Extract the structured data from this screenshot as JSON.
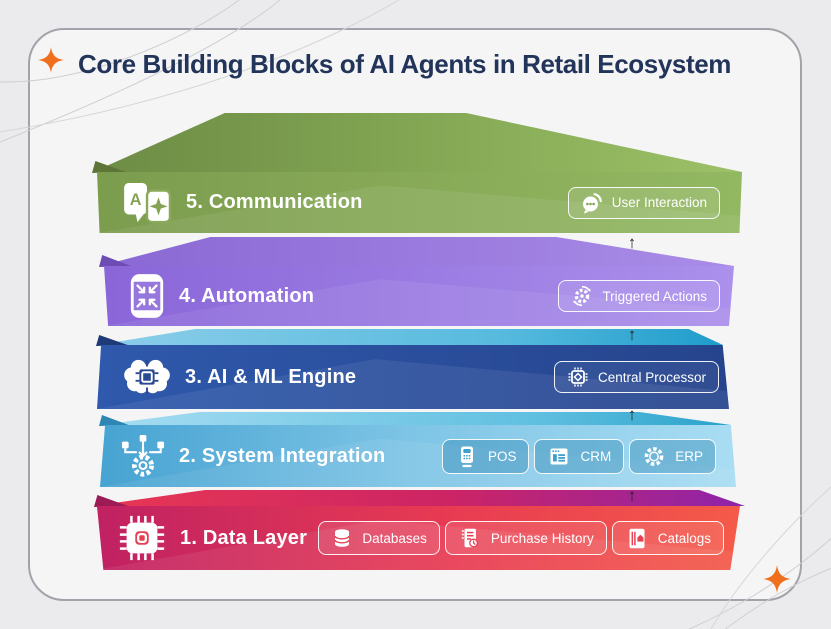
{
  "title": "Core Building Blocks of AI Agents in Retail Ecosystem",
  "glyphs": {
    "up_arrow": "↑",
    "translate_a": "A"
  },
  "palette": {
    "accent_orange": "#f06f1c",
    "title_color": "#22345a",
    "communication_green": "#84a355",
    "automation_purple": "#9677dd",
    "ai_ml_navy": "#2b4a94",
    "integration_blue": "#3f9fce",
    "data_red": "#e64152"
  },
  "layers": [
    {
      "label": "5. Communication",
      "icon": "translate-icon",
      "badges": [
        {
          "icon": "chat-bubble-icon",
          "label": "User Interaction"
        }
      ]
    },
    {
      "label": "4. Automation",
      "icon": "compress-device-icon",
      "badges": [
        {
          "icon": "gear-sync-icon",
          "label": "Triggered Actions"
        }
      ]
    },
    {
      "label": "3. AI & ML Engine",
      "icon": "brain-chip-icon",
      "badges": [
        {
          "icon": "cpu-chip-icon",
          "label": "Central Processor"
        }
      ]
    },
    {
      "label": "2. System Integration",
      "icon": "integration-gear-icon",
      "badges": [
        {
          "icon": "pos-terminal-icon",
          "label": "POS"
        },
        {
          "icon": "crm-window-icon",
          "label": "CRM"
        },
        {
          "icon": "erp-gear-icon",
          "label": "ERP"
        }
      ]
    },
    {
      "label": "1. Data Layer",
      "icon": "chip-icon",
      "badges": [
        {
          "icon": "database-icon",
          "label": "Databases"
        },
        {
          "icon": "receipt-clock-icon",
          "label": "Purchase History"
        },
        {
          "icon": "catalog-book-icon",
          "label": "Catalogs"
        }
      ]
    }
  ]
}
